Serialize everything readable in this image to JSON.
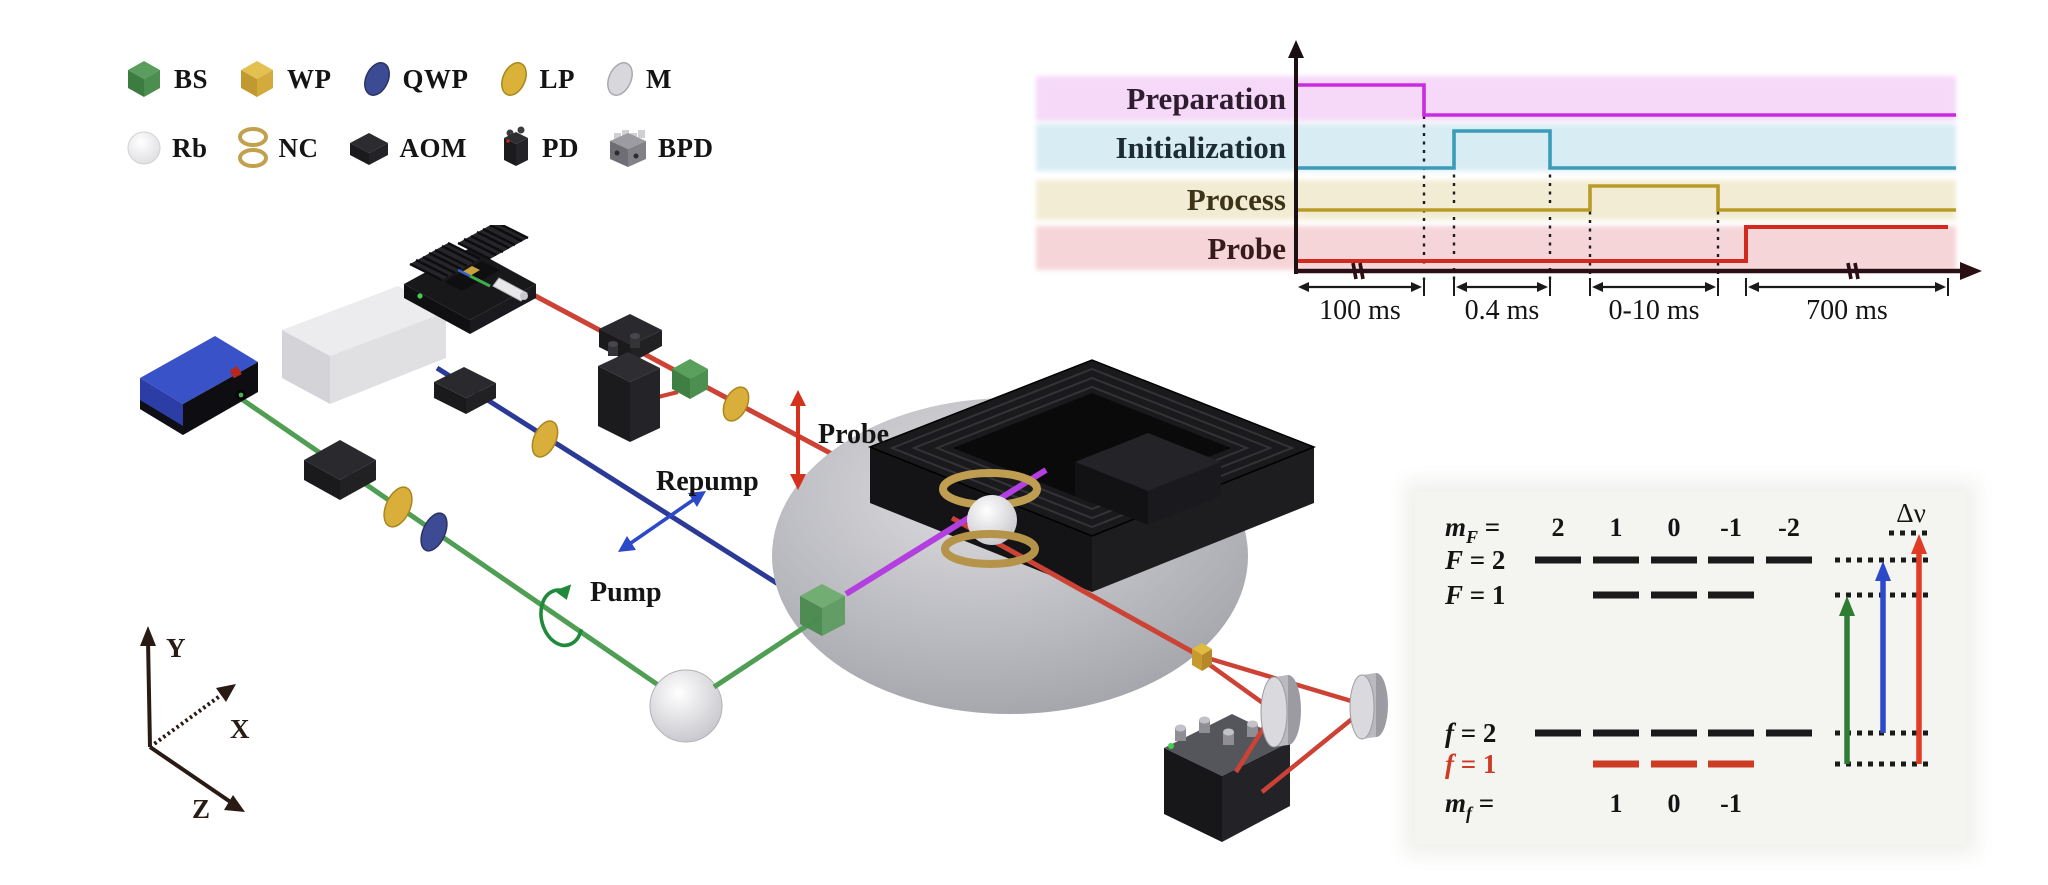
{
  "legend": {
    "row1": [
      {
        "abbr": "BS",
        "icon": "beam-splitter-cube-icon"
      },
      {
        "abbr": "WP",
        "icon": "wollaston-prism-cube-icon"
      },
      {
        "abbr": "QWP",
        "icon": "quarter-wave-plate-icon"
      },
      {
        "abbr": "LP",
        "icon": "linear-polarizer-icon"
      },
      {
        "abbr": "M",
        "icon": "mirror-icon"
      }
    ],
    "row2": [
      {
        "abbr": "Rb",
        "icon": "rubidium-cell-icon"
      },
      {
        "abbr": "NC",
        "icon": "coil-pair-icon"
      },
      {
        "abbr": "AOM",
        "icon": "acousto-optic-modulator-icon"
      },
      {
        "abbr": "PD",
        "icon": "photodetector-icon"
      },
      {
        "abbr": "BPD",
        "icon": "balanced-photodetector-icon"
      }
    ]
  },
  "scene": {
    "beam_labels": {
      "pump": "Pump",
      "repump": "Repump",
      "probe": "Probe"
    },
    "beam_colors": {
      "pump": "#4f9e53",
      "repump": "#2b3a96",
      "probe": "#cc4336",
      "combined": "#b43fe0"
    },
    "annotation_colors": {
      "pump": "#1f8b3a",
      "repump": "#2b49c9",
      "probe": "#d5311d"
    },
    "axes": {
      "x": "X",
      "y": "Y",
      "z": "Z"
    }
  },
  "timing": {
    "stages": [
      {
        "label": "Preparation",
        "duration": "100 ms",
        "band_color": "#f6d9f9",
        "line_color": "#cb2be0",
        "label_color": "#2e1d2e"
      },
      {
        "label": "Initialization",
        "duration": "0.4 ms",
        "band_color": "#d8ecf3",
        "line_color": "#3b9cb8",
        "label_color": "#1d2b33"
      },
      {
        "label": "Process",
        "duration": "0-10 ms",
        "band_color": "#f2ecd4",
        "line_color": "#b79b26",
        "label_color": "#3d3318"
      },
      {
        "label": "Probe",
        "duration": "700 ms",
        "band_color": "#f5d5d8",
        "line_color": "#d42a1e",
        "label_color": "#371a1c"
      }
    ],
    "axis_labels": [
      "100 ms",
      "0.4 ms",
      "0-10 ms",
      "700 ms"
    ]
  },
  "energy": {
    "mF_prefix": {
      "sym": "m",
      "sub": "F",
      "eq": " ="
    },
    "mF_values": [
      "2",
      "1",
      "0",
      "-1",
      "-2"
    ],
    "delta_nu": "Δν",
    "F2": {
      "sym": "F",
      "rest": " = 2"
    },
    "F1": {
      "sym": "F",
      "rest": " = 1"
    },
    "f2": {
      "sym": "f",
      "rest": " = 2"
    },
    "f1": {
      "sym": "f",
      "rest": " = 1"
    },
    "f1_color": "#cc3b22",
    "mf_prefix": {
      "sym": "m",
      "sub": "f",
      "eq": " ="
    },
    "mf_values": [
      "1",
      "0",
      "-1"
    ],
    "arrows": [
      {
        "name": "pump-transition",
        "color": "#2e7d32",
        "from": "f = 1",
        "to": "F = 1"
      },
      {
        "name": "repump-transition",
        "color": "#2b49c9",
        "from": "f = 2",
        "to": "F = 2"
      },
      {
        "name": "probe-transition",
        "color": "#e23b25",
        "from": "f = 1",
        "to": "Δν"
      }
    ]
  }
}
